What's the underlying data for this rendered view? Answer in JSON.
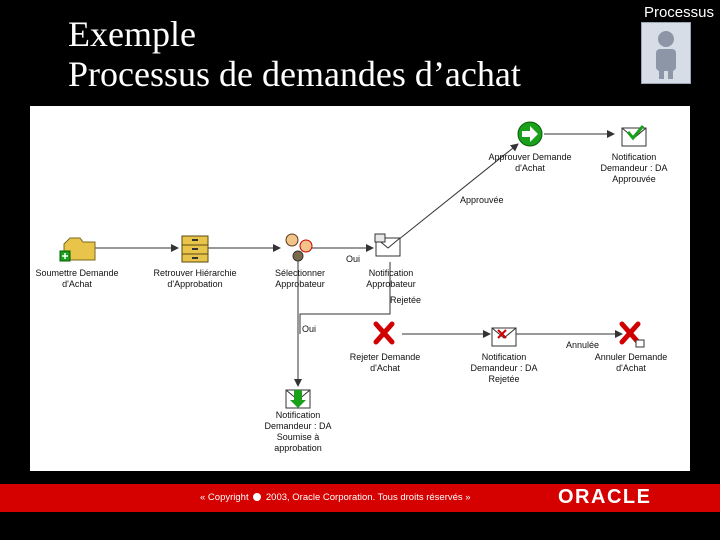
{
  "slide": {
    "title_line1": "Exemple",
    "title_line2": "Processus de demandes d’achat",
    "corner_label": "Processus"
  },
  "nodes": {
    "submit": [
      "Soumettre Demande",
      "d'Achat"
    ],
    "retrieve": [
      "Retrouver Hiérarchie",
      "d'Approbation"
    ],
    "select": [
      "Sélectionner",
      "Approbateur"
    ],
    "notify_approver": [
      "Notification",
      "Approbateur"
    ],
    "approve": [
      "Approuver Demande",
      "d'Achat"
    ],
    "notify_approved": [
      "Notification",
      "Demandeur : DA",
      "Approuvée"
    ],
    "reject": [
      "Rejeter Demande",
      "d'Achat"
    ],
    "notify_rejected": [
      "Notification",
      "Demandeur : DA",
      "Rejetée"
    ],
    "cancel": [
      "Annuler Demande",
      "d'Achat"
    ],
    "notify_submitted": [
      "Notification",
      "Demandeur : DA",
      "Soumise à",
      "approbation"
    ]
  },
  "edges": {
    "oui_right": "Oui",
    "oui_down": "Oui",
    "approuvee": "Approuvée",
    "rejetee": "Rejetée",
    "annulee": "Annulée"
  },
  "footer": {
    "copyright_pre": "« Copyright",
    "copyright_post": "2003, Oracle Corporation. Tous droits réservés »",
    "logo": "ORACLE"
  },
  "colors": {
    "footer_bg": "#d50000",
    "start_green": "#1aa01a",
    "stop_red": "#d00000"
  }
}
